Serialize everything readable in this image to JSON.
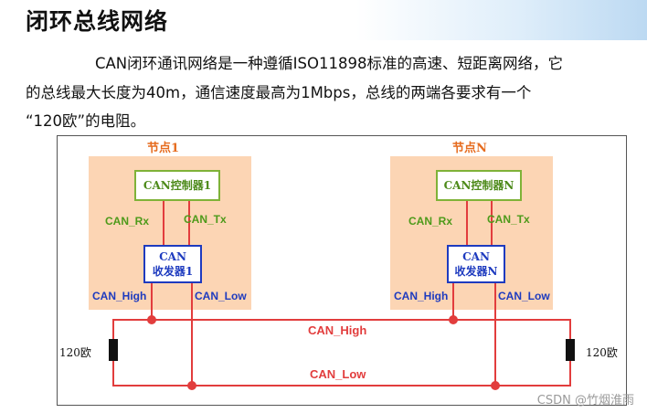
{
  "title": "闭环总线网络",
  "paragraph": {
    "line1": "CAN闭环通讯网络是一种遵循ISO11898标准的高速、短距离网络，它",
    "line2": "的总线最大长度为40m，通信速度最高为1Mbps，总线的两端各要求有一个",
    "line3": "“120欧”的电阻。"
  },
  "diagram": {
    "node1": {
      "label": "节点1",
      "controller": "CAN控制器1",
      "transceiver_line1": "CAN",
      "transceiver_line2": "收发器1",
      "rx": "CAN_Rx",
      "tx": "CAN_Tx",
      "high": "CAN_High",
      "low": "CAN_Low"
    },
    "nodeN": {
      "label": "节点N",
      "controller": "CAN控制器N",
      "transceiver_line1": "CAN",
      "transceiver_line2": "收发器N",
      "rx": "CAN_Rx",
      "tx": "CAN_Tx",
      "high": "CAN_High",
      "low": "CAN_Low"
    },
    "bus_high": "CAN_High",
    "bus_low": "CAN_Low",
    "resistor_left": "120欧",
    "resistor_right": "120欧"
  },
  "watermark": "CSDN @竹烟淮雨"
}
